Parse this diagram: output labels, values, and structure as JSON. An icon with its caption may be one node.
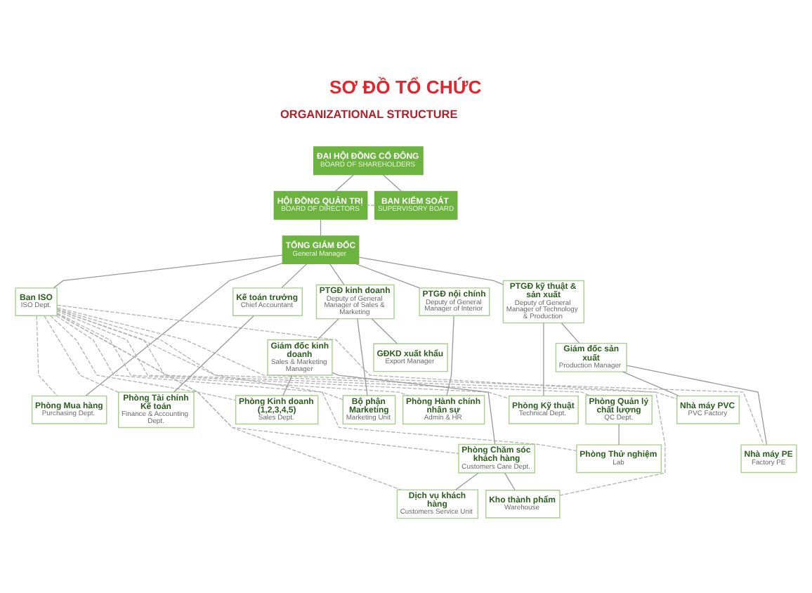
{
  "diagram": {
    "title": "SƠ ĐỒ TỔ CHỨC",
    "nodes": [
      {
        "text": [
          "ĐẠI HỘI ĐỒNG CỔ ĐÔNG",
          "BOARD OF SHAREHOLDERS"
        ]
      },
      {
        "text": [
          "BAN KIỂM SOÁT",
          "SUPERVISORY BOARD"
        ]
      },
      {
        "text": [
          "HỘI ĐỒNG QUẢN TRỊ",
          "BOARD OF DIRECTORS"
        ]
      },
      {
        "text": [
          "TỔNG GIÁM ĐỐC",
          "General Manager"
        ]
      },
      {
        "text": [
          "Ban ISO",
          "ISO Dept."
        ]
      },
      {
        "text": [
          "Kế toán trưởng",
          "Chief Accountant"
        ]
      },
      {
        "text": [
          "PTGĐ kinh doanh",
          "Deputy of General Manager of Sales & Marketing"
        ]
      },
      {
        "text": [
          "PTGĐ nội chính",
          "Deputy of General Manager of Interior"
        ]
      },
      {
        "text": [
          "PTGĐ kỹ thuật & sản xuất",
          "Deputy of General Manager of Technology & Production"
        ]
      },
      {
        "text": [
          "Giám đốc kinh doanh",
          "Sales & Marketing Manager"
        ]
      },
      {
        "text": [
          "GĐKD xuất khẩu",
          "Export Manager"
        ]
      },
      {
        "text": [
          "Giám đốc sản xuất",
          "Production Manager"
        ]
      },
      {
        "text": [
          "Phòng Mua hàng",
          "Purchasing Dept."
        ]
      },
      {
        "text": [
          "Phòng Tài chính Kế toán",
          "Finance & Accounting Dept."
        ]
      },
      {
        "text": [
          "Phòng Kinh doanh (1,2,3,4,5)",
          "Sales Dept."
        ]
      },
      {
        "text": [
          "Bộ phận Marketing",
          "Marketing Unit"
        ]
      },
      {
        "text": [
          "Phòng Hành chính nhân sự",
          "Admin & HR"
        ]
      },
      {
        "text": [
          "Phòng Kỹ thuật",
          "Technical Dept."
        ]
      },
      {
        "text": [
          "Phòng Quản lý chất lượng",
          "QC Dept."
        ]
      },
      {
        "text": [
          "Nhà máy PVC",
          "PVC Factory"
        ]
      },
      {
        "text": [
          "Phòng Chăm sóc khách hàng",
          "Customers Care Dept."
        ]
      },
      {
        "text": [
          "Dịch vụ khách hàng",
          "Customers Service Unit"
        ]
      },
      {
        "text": [
          "Kho thành phẩm",
          "Warehouse"
        ]
      },
      {
        "text": [
          "Phòng Thử nghiệm",
          "Lab"
        ]
      },
      {
        "text": [
          "Nhà máy PE",
          "Factory PE"
        ]
      }
    ],
    "edges": [
      {
        "from": 0,
        "to": 2,
        "arrow": "none"
      },
      {
        "from": 0,
        "to": 1,
        "arrow": "none"
      },
      {
        "from": 1,
        "to": 2,
        "arrow": "none",
        "style": "dashed"
      },
      {
        "from": 2,
        "to": 3,
        "arrow": "none"
      },
      {
        "from": 3,
        "to": 4,
        "arrow": "none"
      },
      {
        "from": 3,
        "to": 12,
        "arrow": "none"
      },
      {
        "from": 3,
        "to": 5,
        "arrow": "none"
      },
      {
        "from": 3,
        "to": 6,
        "arrow": "none"
      },
      {
        "from": 3,
        "to": 7,
        "arrow": "none"
      },
      {
        "from": 3,
        "to": 8,
        "arrow": "none"
      },
      {
        "from": 5,
        "to": 13,
        "arrow": "none"
      },
      {
        "from": 6,
        "to": 9,
        "arrow": "none"
      },
      {
        "from": 6,
        "to": 10,
        "arrow": "none"
      },
      {
        "from": 6,
        "to": 15,
        "arrow": "none"
      },
      {
        "from": 9,
        "to": 14,
        "arrow": "none"
      },
      {
        "from": 9,
        "to": 20,
        "arrow": "none"
      },
      {
        "from": 20,
        "to": 21,
        "arrow": "none"
      },
      {
        "from": 20,
        "to": 22,
        "arrow": "none"
      },
      {
        "from": 7,
        "to": 16,
        "arrow": "none"
      },
      {
        "from": 8,
        "to": 17,
        "arrow": "none"
      },
      {
        "from": 8,
        "to": 11,
        "arrow": "none"
      },
      {
        "from": 11,
        "to": 19,
        "arrow": "none"
      },
      {
        "from": 11,
        "to": 24,
        "arrow": "none"
      },
      {
        "from": 18,
        "to": 23,
        "arrow": "none"
      },
      {
        "from": 4,
        "to": 12,
        "arrow": "none",
        "style": "dashed"
      },
      {
        "from": 4,
        "to": 13,
        "arrow": "none",
        "style": "dashed"
      },
      {
        "from": 4,
        "to": 14,
        "arrow": "none",
        "style": "dashed"
      },
      {
        "from": 4,
        "to": 15,
        "arrow": "none",
        "style": "dashed"
      },
      {
        "from": 4,
        "to": 16,
        "arrow": "none",
        "style": "dashed"
      },
      {
        "from": 4,
        "to": 17,
        "arrow": "none",
        "style": "dashed"
      },
      {
        "from": 4,
        "to": 18,
        "arrow": "none",
        "style": "dashed"
      },
      {
        "from": 4,
        "to": 19,
        "arrow": "none",
        "style": "dashed"
      },
      {
        "from": 4,
        "to": 20,
        "arrow": "none",
        "style": "dashed"
      },
      {
        "from": 4,
        "to": 23,
        "arrow": "none",
        "style": "dashed"
      },
      {
        "from": 4,
        "to": 24,
        "arrow": "none",
        "style": "dashed"
      },
      {
        "from": 4,
        "to": 21,
        "arrow": "none",
        "style": "dashed"
      },
      {
        "from": 4,
        "to": 22,
        "arrow": "none",
        "style": "dashed"
      }
    ],
    "labels": [
      "ORGANIZATIONAL STRUCTURE"
    ]
  }
}
